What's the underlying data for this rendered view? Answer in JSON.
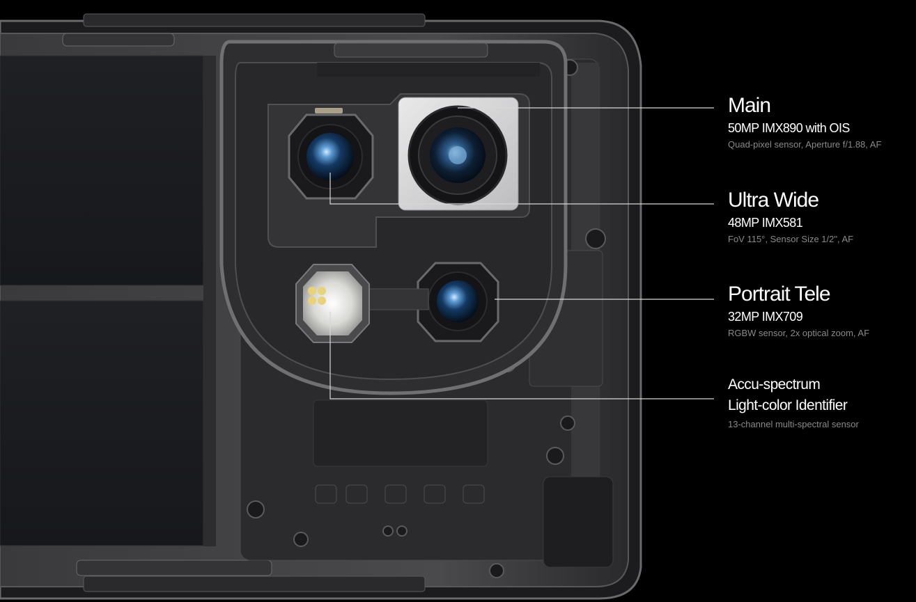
{
  "colors": {
    "background": "#000000",
    "text_primary": "#ffffff",
    "text_secondary": "#8a8a8a",
    "leader_line": "#d8d8d8"
  },
  "specs": {
    "main": {
      "title": "Main",
      "model": "50MP IMX890 with OIS",
      "detail": "Quad-pixel sensor, Aperture f/1.88, AF"
    },
    "ultra_wide": {
      "title": "Ultra Wide",
      "model": "48MP IMX581",
      "detail": "FoV 115°, Sensor Size 1/2\", AF"
    },
    "portrait_tele": {
      "title": "Portrait Tele",
      "model": "32MP IMX709",
      "detail": "RGBW sensor, 2x optical zoom, AF"
    },
    "color_sensor": {
      "title_line1": "Accu-spectrum",
      "title_line2": "Light-color Identifier",
      "detail": "13-channel multi-spectral sensor"
    }
  }
}
